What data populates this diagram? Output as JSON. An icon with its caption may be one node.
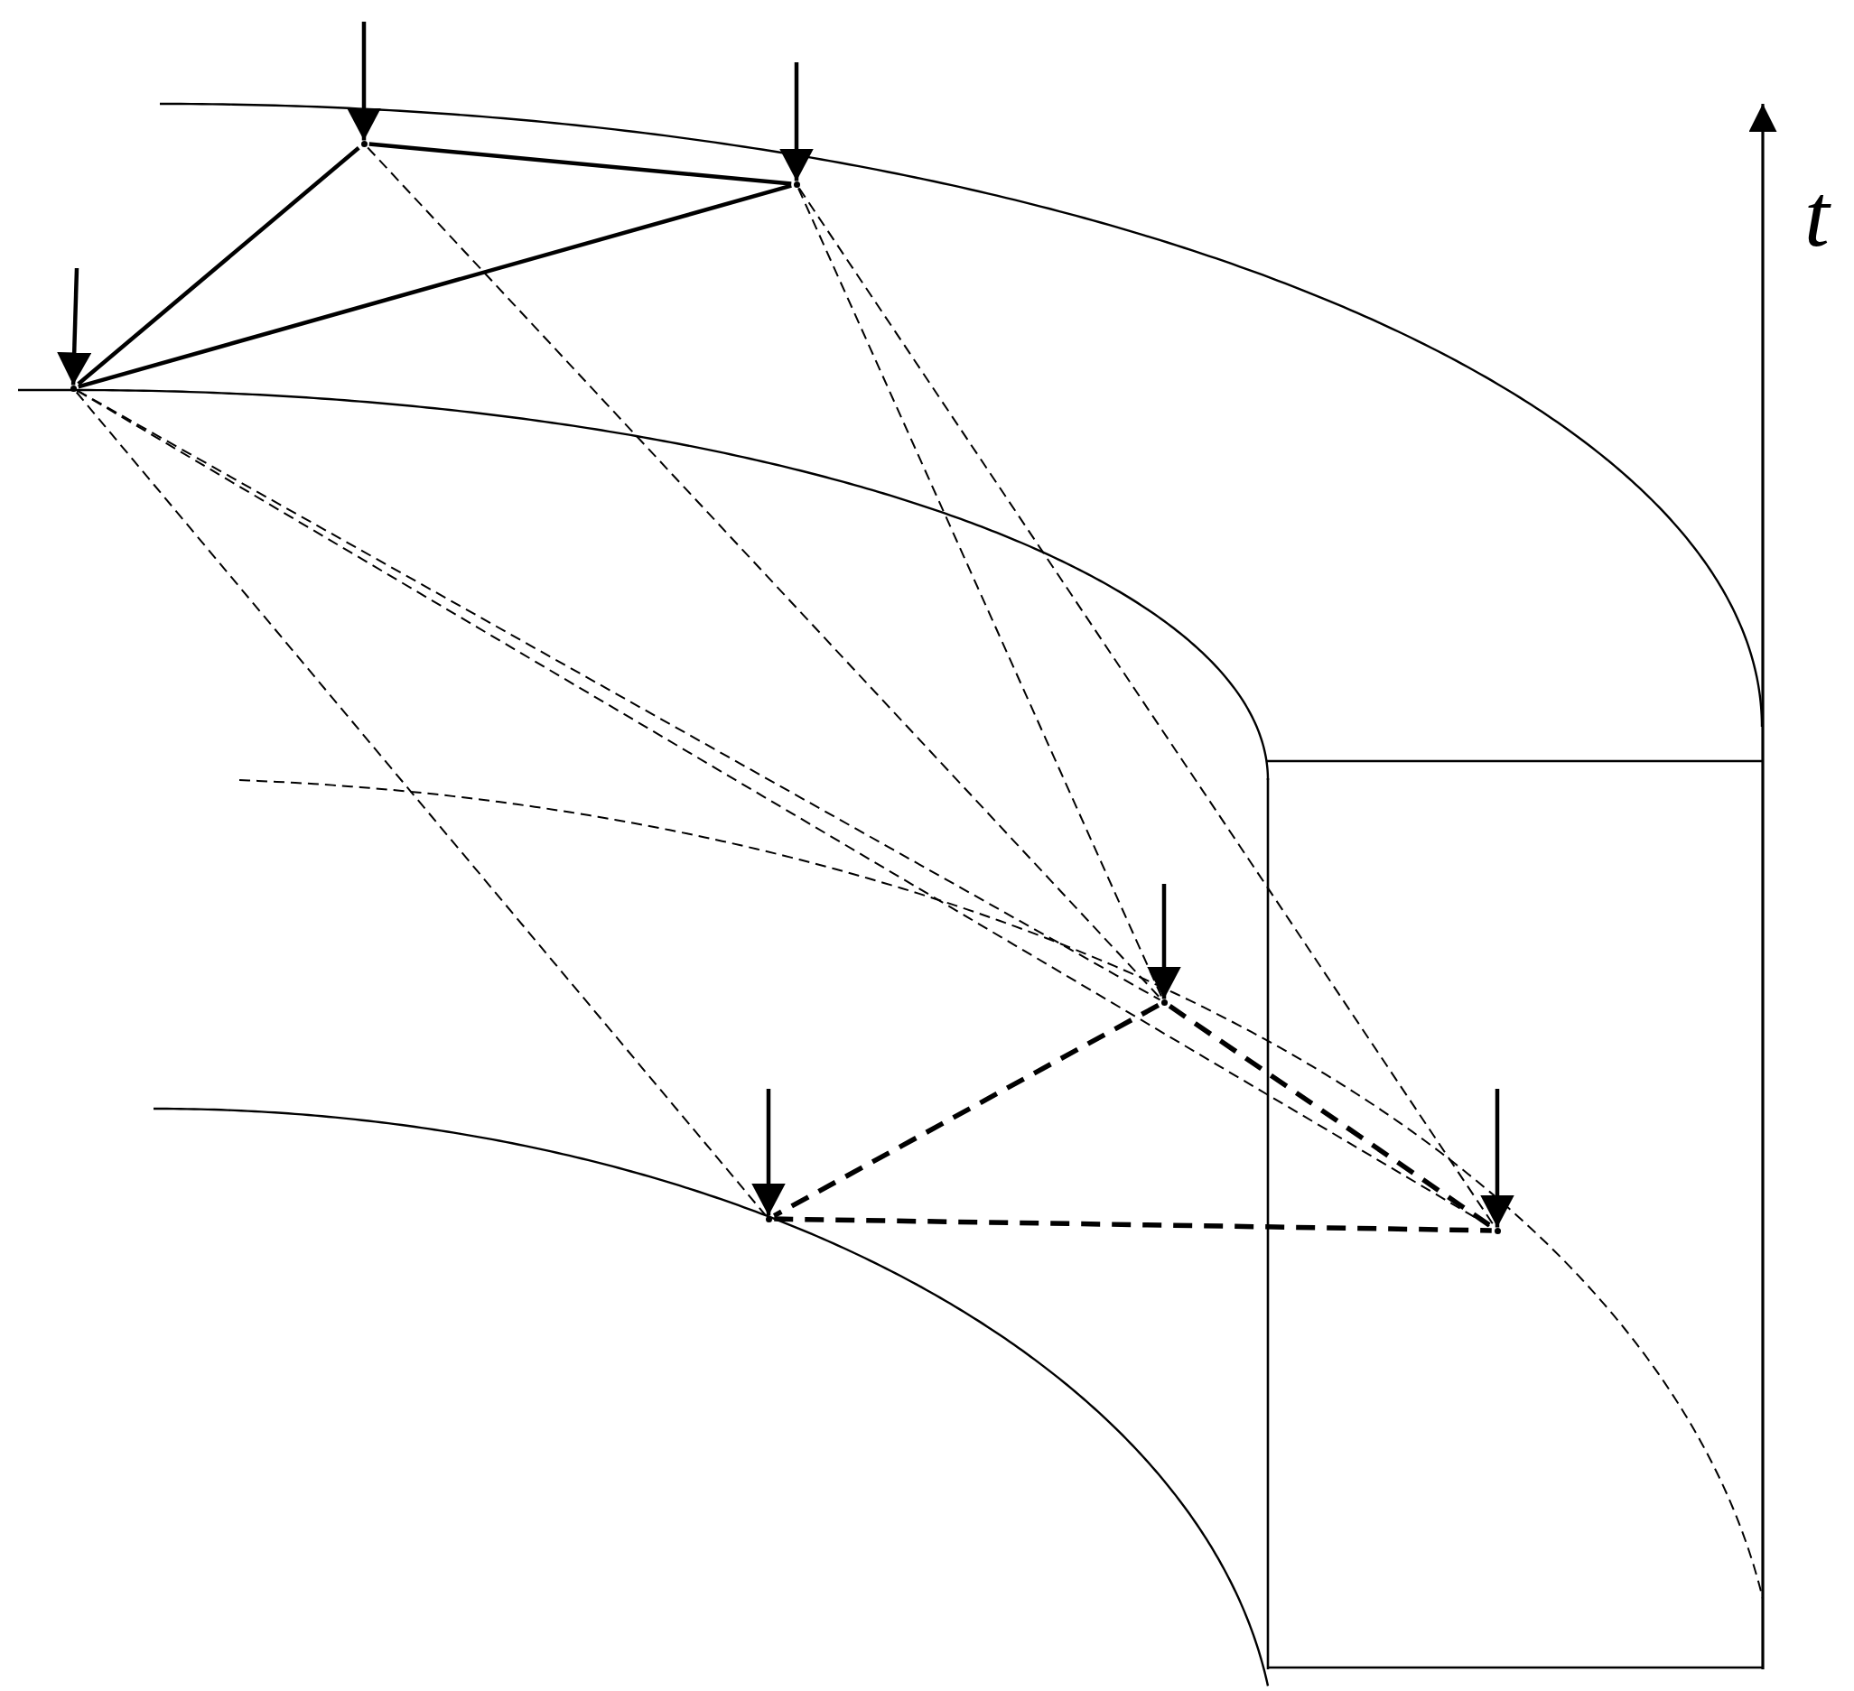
{
  "diagram": {
    "nodes": [
      {
        "text": [],
        "shape": "point"
      },
      {
        "text": [],
        "shape": "point"
      },
      {
        "text": [],
        "shape": "point"
      },
      {
        "text": [],
        "shape": "point"
      },
      {
        "text": [],
        "shape": "point"
      },
      {
        "text": [],
        "shape": "point"
      }
    ],
    "edges": [
      {
        "from": null,
        "to": 0,
        "arrow": "to"
      },
      {
        "from": null,
        "to": 1,
        "arrow": "to"
      },
      {
        "from": null,
        "to": 2,
        "arrow": "to"
      },
      {
        "from": null,
        "to": 3,
        "arrow": "to"
      },
      {
        "from": null,
        "to": 4,
        "arrow": "to"
      },
      {
        "from": null,
        "to": 5,
        "arrow": "to"
      },
      {
        "from": 2,
        "to": 0,
        "arrow": "none"
      },
      {
        "from": 0,
        "to": 1,
        "arrow": "none"
      },
      {
        "from": 2,
        "to": 1,
        "arrow": "none"
      },
      {
        "from": 0,
        "to": 3,
        "arrow": "none",
        "style": "dashed"
      },
      {
        "from": 1,
        "to": 3,
        "arrow": "none",
        "style": "dashed"
      },
      {
        "from": 1,
        "to": 5,
        "arrow": "none",
        "style": "dashed"
      },
      {
        "from": 2,
        "to": 3,
        "arrow": "none",
        "style": "dashed"
      },
      {
        "from": 2,
        "to": 4,
        "arrow": "none",
        "style": "dashed"
      },
      {
        "from": 2,
        "to": 5,
        "arrow": "none",
        "style": "dashed"
      },
      {
        "from": 3,
        "to": 4,
        "arrow": "none",
        "style": "dashed"
      },
      {
        "from": 4,
        "to": 5,
        "arrow": "none",
        "style": "dashed"
      },
      {
        "from": 3,
        "to": 5,
        "arrow": "none",
        "style": "dashed"
      }
    ],
    "labels": [
      "t"
    ]
  }
}
